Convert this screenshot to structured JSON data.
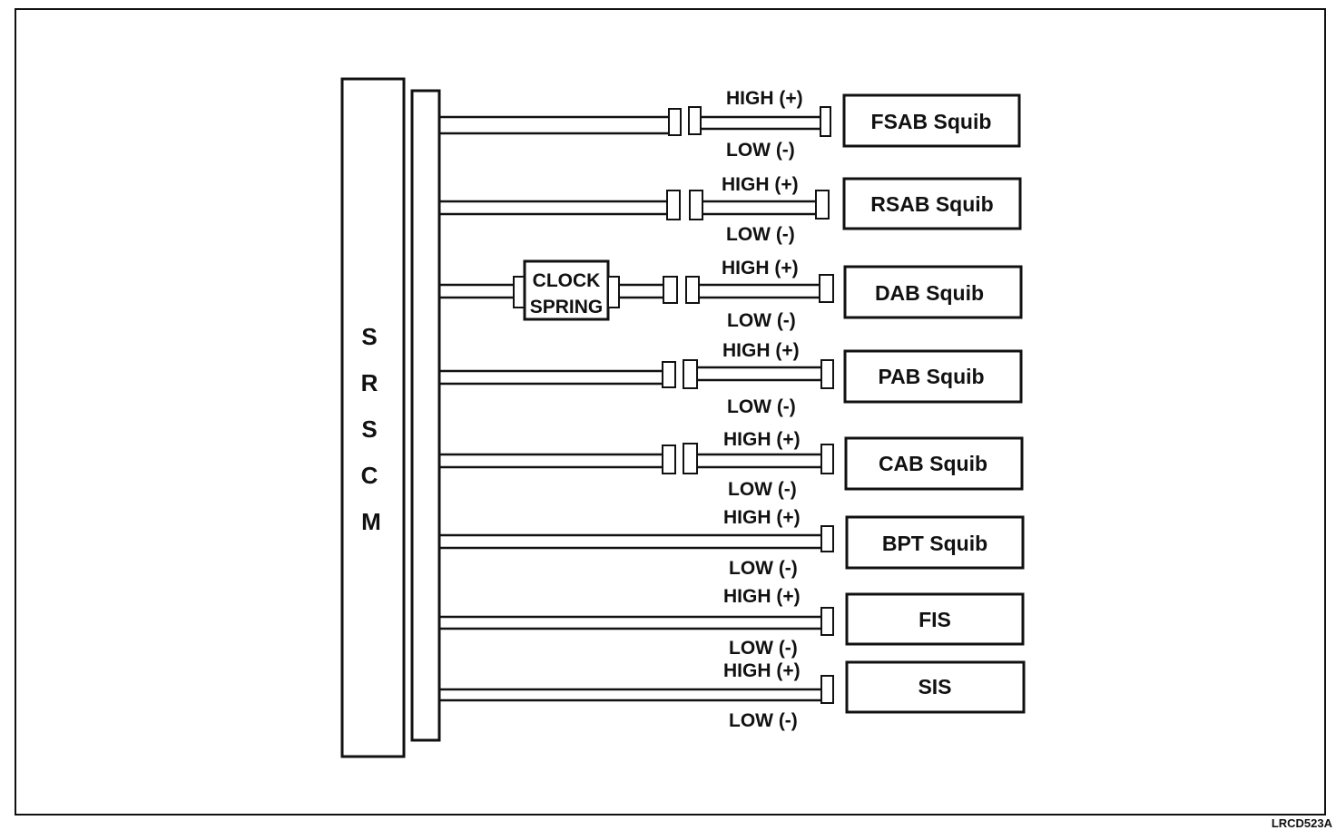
{
  "diagram": {
    "module_letters": [
      "S",
      "R",
      "S",
      "C",
      "M"
    ],
    "clock_spring": {
      "line1": "CLOCK",
      "line2": "SPRING"
    },
    "figure_code": "LRCD523A",
    "circuits": [
      {
        "id": "fsab",
        "name": "FSAB Squib",
        "high": "HIGH (+)",
        "low": "LOW (-)"
      },
      {
        "id": "rsab",
        "name": "RSAB Squib",
        "high": "HIGH (+)",
        "low": "LOW (-)"
      },
      {
        "id": "dab",
        "name": "DAB Squib",
        "high": "HIGH (+)",
        "low": "LOW (-)"
      },
      {
        "id": "pab",
        "name": "PAB Squib",
        "high": "HIGH (+)",
        "low": "LOW (-)"
      },
      {
        "id": "cab",
        "name": "CAB Squib",
        "high": "HIGH (+)",
        "low": "LOW (-)"
      },
      {
        "id": "bpt",
        "name": "BPT Squib",
        "high": "HIGH (+)",
        "low": "LOW (-)"
      },
      {
        "id": "fis",
        "name": "FIS",
        "high": "HIGH (+)",
        "low": "LOW (-)"
      },
      {
        "id": "sis",
        "name": "SIS",
        "high": "HIGH (+)",
        "low": "LOW (-)"
      }
    ]
  }
}
